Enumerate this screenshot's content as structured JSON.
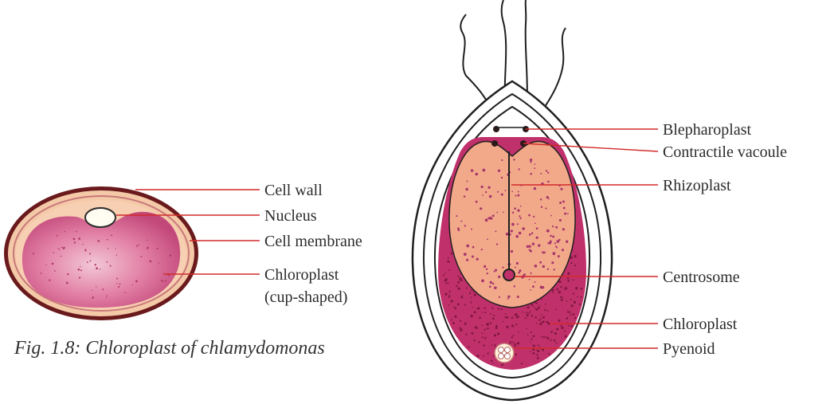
{
  "figure": {
    "caption": "Fig. 1.8: Chloroplast of chlamydomonas"
  },
  "left_cell": {
    "labels": [
      "Cell wall",
      "Nucleus",
      "Cell membrane",
      "Chloroplast",
      "(cup-shaped)"
    ]
  },
  "right_cell": {
    "labels": [
      "Blepharoplast",
      "Contractile vacoule",
      "Rhizoplast",
      "Centrosome",
      "Chloroplast",
      "Pyenoid"
    ]
  },
  "colors": {
    "leader_line": "#d22a2a",
    "cytoplasm": "#f2a98a",
    "chloroplast": "#c83c6e",
    "cell_wall": "#6a1a1c",
    "outline": "#1f1f1f"
  }
}
